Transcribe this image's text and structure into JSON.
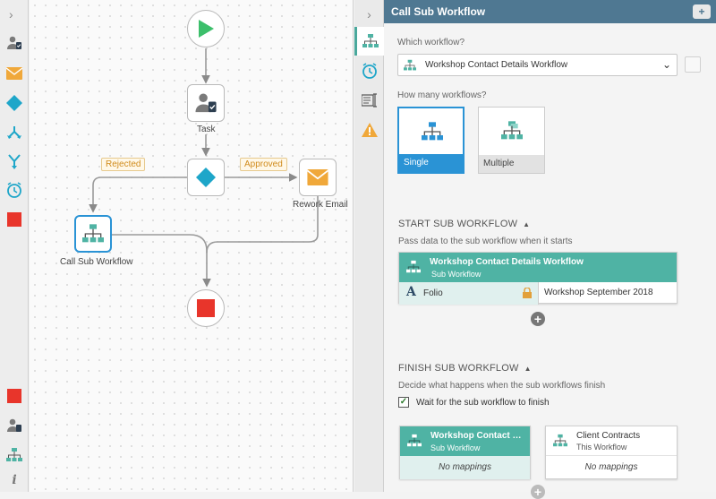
{
  "toolbox": {
    "collapse_icon": "chevron-right-icon",
    "items": [
      "task-icon",
      "email-icon",
      "decision-icon",
      "split-icon",
      "merge-icon",
      "timer-icon",
      "stop-icon"
    ],
    "bottom_items": [
      "stop-icon",
      "task-icon",
      "sub-workflow-icon",
      "info-icon"
    ]
  },
  "canvas": {
    "nodes": {
      "task": "Task",
      "rework_email": "Rework Email",
      "call_sub_workflow": "Call Sub Workflow"
    },
    "tags": {
      "rejected": "Rejected",
      "approved": "Approved"
    }
  },
  "panel": {
    "title": "Call Sub Workflow",
    "header_button": "+",
    "which_workflow_label": "Which workflow?",
    "selected_workflow": "Workshop Contact Details Workflow",
    "how_many_label": "How many workflows?",
    "tiles": [
      {
        "label": "Single",
        "active": true
      },
      {
        "label": "Multiple",
        "active": false
      }
    ],
    "start": {
      "title": "START SUB WORKFLOW",
      "subtitle": "Pass data to the sub workflow when it starts",
      "card_title": "Workshop Contact Details Workflow",
      "card_subtitle": "Sub Workflow",
      "field_name": "Folio",
      "field_icon": "A",
      "field_value": "Workshop September 2018"
    },
    "finish": {
      "title": "FINISH SUB WORKFLOW",
      "subtitle": "Decide what happens when the sub workflows finish",
      "wait_label": "Wait for the sub workflow to finish",
      "wait_checked": true,
      "left_card_title": "Workshop Contact Deta...",
      "left_card_subtitle": "Sub Workflow",
      "left_mapping": "No mappings",
      "right_card_title": "Client Contracts",
      "right_card_subtitle": "This Workflow",
      "right_mapping": "No mappings"
    }
  },
  "colors": {
    "teal": "#4fb3a4",
    "blue": "#2a93d5",
    "header": "#4f7892",
    "red": "#e8352b",
    "green": "#3cbf6b",
    "orange": "#f0a83a"
  }
}
